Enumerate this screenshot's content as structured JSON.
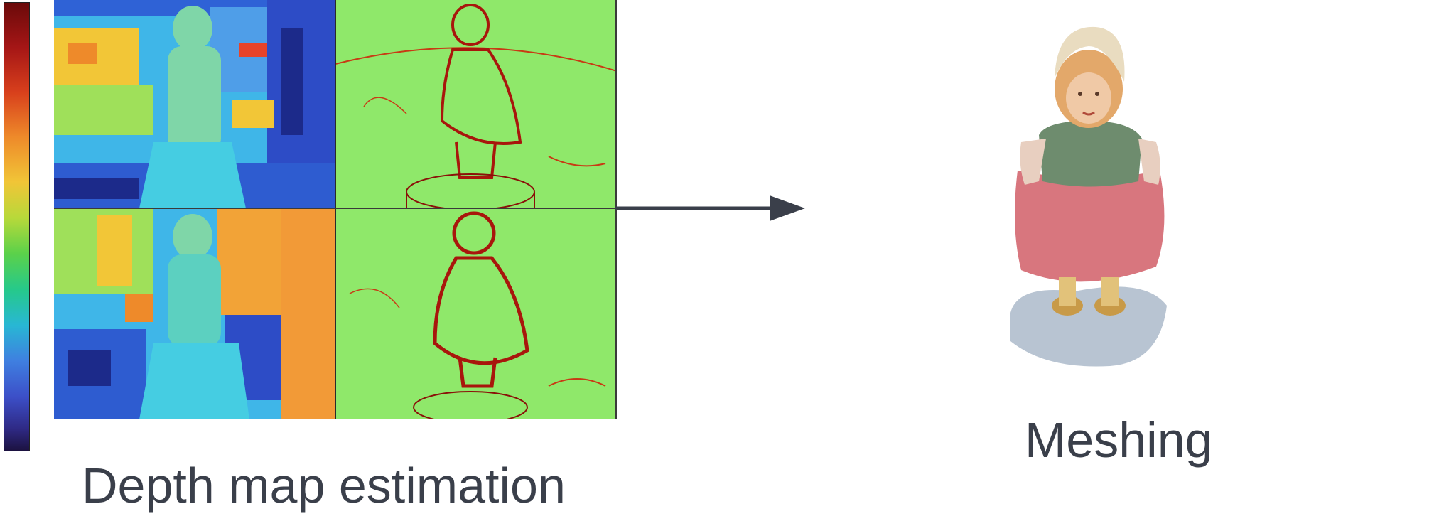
{
  "labels": {
    "depth_stage": "Depth map estimation",
    "mesh_stage": "Meshing"
  },
  "colors": {
    "text": "#3a3f4a",
    "arrow": "#3a3f4a",
    "cost_background": "#8fe86a",
    "cost_edges": "#a8160c",
    "depth_background": "#3fc6e6"
  },
  "panels": [
    {
      "id": "depth-top",
      "kind": "depth-map"
    },
    {
      "id": "cost-top",
      "kind": "confidence-map"
    },
    {
      "id": "depth-bottom",
      "kind": "depth-map"
    },
    {
      "id": "cost-bottom",
      "kind": "confidence-map"
    }
  ]
}
